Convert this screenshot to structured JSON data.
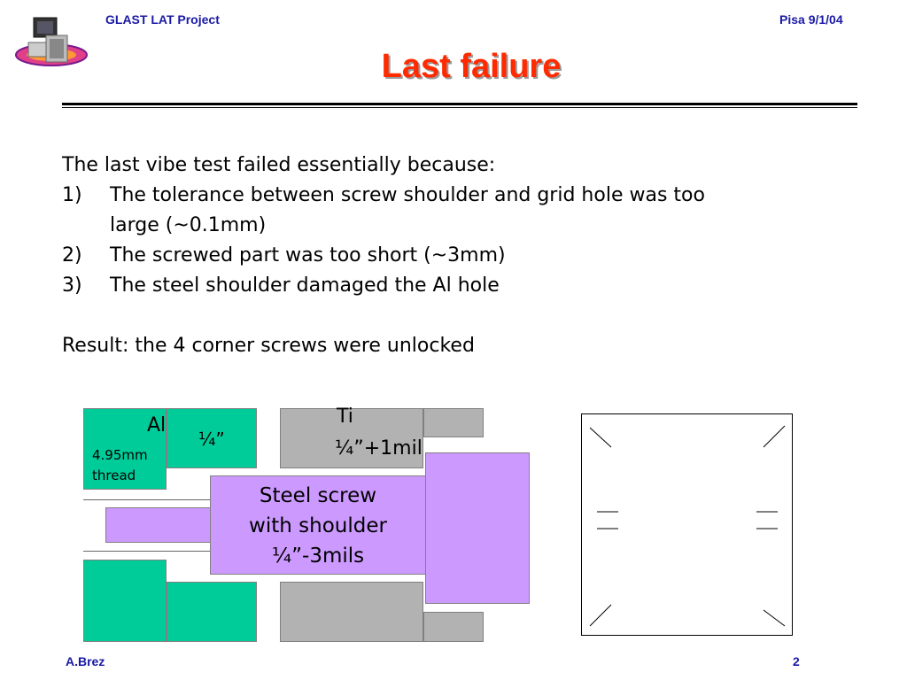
{
  "header": {
    "project": "GLAST LAT Project",
    "location_date": "Pisa 9/1/04"
  },
  "slide": {
    "title": "Last failure",
    "intro": "The last vibe test failed essentially because:",
    "items": [
      {
        "num": "1)",
        "line1": "The tolerance between screw shoulder and grid hole was too",
        "line2": "large (~0.1mm)"
      },
      {
        "num": "2)",
        "line1": "The screwed part was too short (~3mm)"
      },
      {
        "num": "3)",
        "line1": "The steel shoulder damaged the Al hole"
      }
    ],
    "result": "Result: the 4 corner screws were unlocked"
  },
  "diagram": {
    "al_label": "Al",
    "al_thread": "4.95mm",
    "al_thread2": "thread",
    "al_quarter": "¼”",
    "ti_label": "Ti",
    "ti_dim": "¼”+1mil",
    "screw_line1": "Steel screw",
    "screw_line2": "with shoulder",
    "screw_line3": "¼”-3mils",
    "colors": {
      "aluminum": "#00cc99",
      "titanium": "#b2b2b2",
      "steel": "#cc99ff"
    }
  },
  "footer": {
    "author": "A.Brez",
    "page": "2"
  }
}
